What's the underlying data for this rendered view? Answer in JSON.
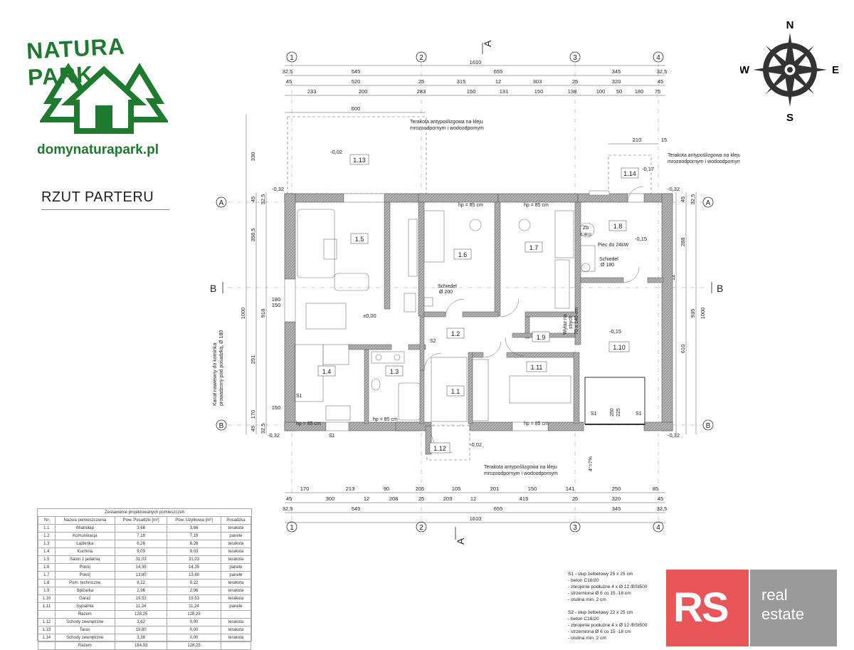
{
  "logo": {
    "name": "NATURA PARK",
    "url": "domynaturapark.pl"
  },
  "title": "RZUT PARTERU",
  "compass": {
    "n": "N",
    "s": "S",
    "e": "E",
    "w": "W"
  },
  "section_markers": {
    "a": "A",
    "b": "B"
  },
  "axes": [
    "1",
    "2",
    "3",
    "4"
  ],
  "dims_top": {
    "total": "1610",
    "row1": [
      "32,5",
      "545",
      "655",
      "345",
      "32,5"
    ],
    "row2": [
      "45",
      "520",
      "25",
      "315",
      "12",
      "303",
      "25",
      "320",
      "45"
    ],
    "row3": [
      "233",
      "200",
      "283",
      "150",
      "131",
      "150",
      "138",
      "100",
      "50",
      "180",
      "75"
    ],
    "d600": "600",
    "d210": "210",
    "d15": "15"
  },
  "dims_bottom": {
    "total": "1610",
    "row1": [
      "32,5",
      "545",
      "655",
      "345",
      "32,5"
    ],
    "row2": [
      "45",
      "300",
      "12",
      "208",
      "25",
      "203",
      "12",
      "415",
      "25",
      "320",
      "45"
    ],
    "row3": [
      "170",
      "213",
      "90",
      "205",
      "105",
      "201",
      "150",
      "141",
      "250",
      "85"
    ]
  },
  "dims_left": [
    "330",
    "358,5",
    "180",
    "150",
    "291",
    "170",
    "150",
    "45",
    "32,5",
    "1000",
    "918",
    "45",
    "32,5"
  ],
  "dims_right": [
    "288",
    "12",
    "610",
    "935",
    "1000",
    "32,5",
    "45"
  ],
  "room_labels": [
    "1.1",
    "1.2",
    "1.3",
    "1.4",
    "1.5",
    "1.6",
    "1.7",
    "1.8",
    "1.9",
    "1.10",
    "1.11",
    "1.12",
    "1.13",
    "1.14"
  ],
  "levels": {
    "terrace": "-0,02",
    "stairs_top": "-0,17",
    "left": "-0,32",
    "right": "-0,32",
    "floor": "±0,00",
    "tech": "-0,15",
    "garage": "-0,15",
    "entry": "-0,02"
  },
  "annotations": {
    "terakota": "Terakota antypoślizgowa na kleju",
    "terakota2": "mrozoodpornym i wodoodpornym",
    "hp": "hp = 85 cm",
    "schiedel1": "Schiedel",
    "schiedel1b": "Ø 200",
    "schiedel2": "Schiedel",
    "schiedel2b": "Ø 180",
    "piec": "Piec do 24kW",
    "zb": "Zb",
    "cwu": "c.w.u",
    "wylaz1": "Wyłaz na",
    "wylaz2": "strych",
    "wylaz3": "70 x 140 cm",
    "kanal1": "Kanał nawiewny do kominka",
    "kanal2": "prowadzony pod posadzką, Ø 180",
    "s1": "S1",
    "s2": "S2",
    "slope": "4°=7%",
    "gate1": "250",
    "gate2": "225"
  },
  "table": {
    "title": "Zestawienie projektowanych pomieszczeń",
    "headers": [
      "Nr",
      "Nazwa pomieszczenia",
      "Pow. Posadzki [m²]",
      "Pow. Użytkowa [m²]",
      "Posadzka"
    ],
    "rows": [
      [
        "1.1",
        "Wiatrołap",
        "3,66",
        "3,66",
        "terakota"
      ],
      [
        "1.2",
        "Komunikacja",
        "7,18",
        "7,18",
        "panele"
      ],
      [
        "1.3",
        "Łazienka",
        "6,26",
        "6,26",
        "terakota"
      ],
      [
        "1.4",
        "Kuchnia",
        "9,03",
        "9,03",
        "terakota"
      ],
      [
        "1.5",
        "Salon z jadalnią",
        "31,03",
        "31,03",
        "terakota"
      ],
      [
        "1.6",
        "Pokój",
        "14,35",
        "14,35",
        "panele"
      ],
      [
        "1.7",
        "Pokój",
        "13,80",
        "13,80",
        "panele"
      ],
      [
        "1.8",
        "Pom. techniczne",
        "9,22",
        "9,22",
        "terakota"
      ],
      [
        "1.9",
        "Spiżarka",
        "2,96",
        "2,96",
        "terakota"
      ],
      [
        "1.10",
        "Garaż",
        "19,53",
        "19,53",
        "terakota"
      ],
      [
        "1.11",
        "Sypialnia",
        "11,24",
        "11,24",
        "panele"
      ],
      [
        "",
        "Razem",
        "128,25",
        "128,25",
        ""
      ],
      [
        "1.12",
        "Schody zewnętrzne",
        "3,62",
        "0,00",
        "terakota"
      ],
      [
        "1.13",
        "Taras",
        "19,80",
        "0,00",
        "terakota"
      ],
      [
        "1.14",
        "Schody zewnętrzne",
        "3,36",
        "0,00",
        "terakota"
      ],
      [
        "",
        "Razem",
        "154,93",
        "128,25",
        ""
      ]
    ]
  },
  "notes": [
    "S1 - słup żelbetowy 25 x 25 cm",
    "- beton C16/20",
    "- zbrojenie podłużne 4 x Ø 12 /BSt500",
    "- strzemiona Ø 6 co 15 -18 cm",
    "- otulina min. 2 cm",
    "",
    "S2 - słup żelbetowy 22 x 25 cm",
    "- beton C16/20",
    "- zbrojenie podłużne 4 x Ø 12 /BSt500",
    "- strzemiona Ø 6 co 15 -18 cm",
    "- otulina min. 2 cm"
  ],
  "brand": {
    "letters": "RS",
    "line1": "real",
    "line2": "estate"
  },
  "colors": {
    "green": "#1e7a2e",
    "red": "#e8565a",
    "grey": "#9a9a9a",
    "wall": "#8a8a8a"
  }
}
